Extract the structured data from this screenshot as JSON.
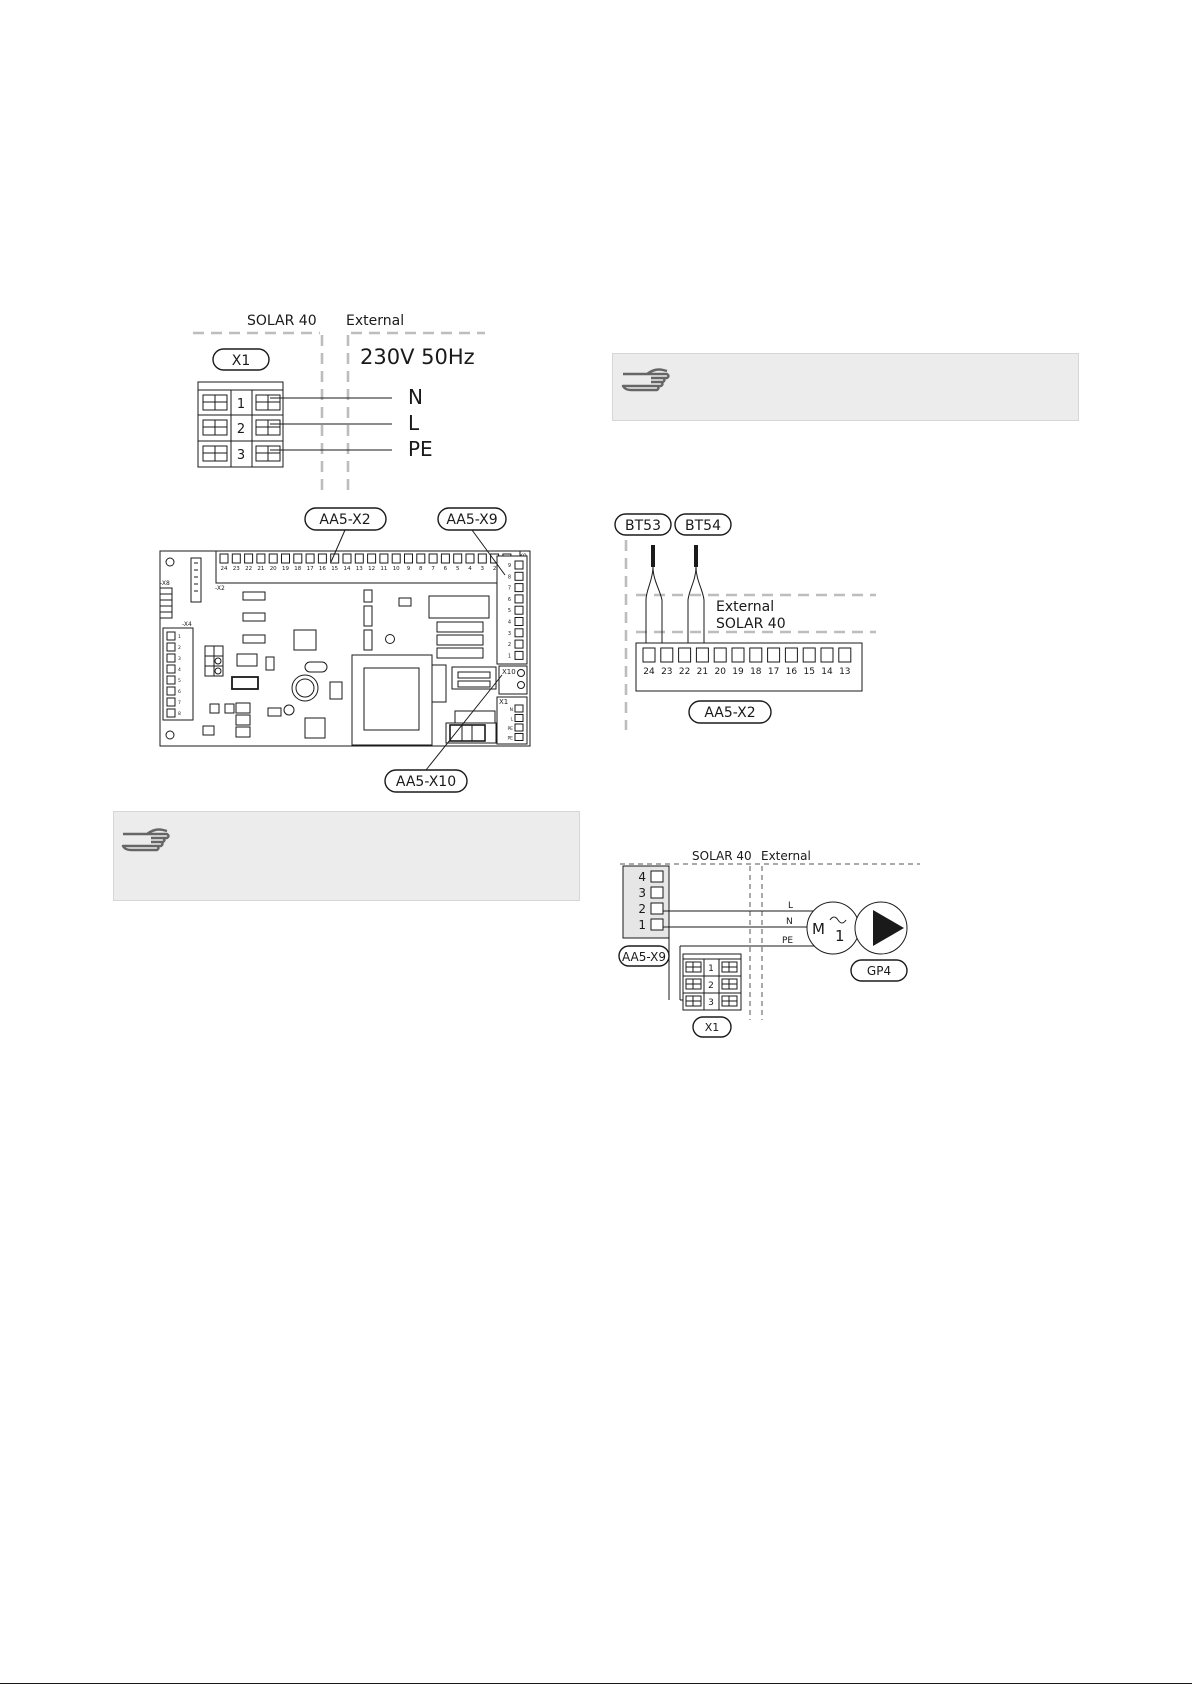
{
  "power": {
    "solar_label": "SOLAR 40",
    "external_label": "External",
    "terminal_tag": "X1",
    "voltage": "230V 50Hz",
    "terminals": [
      "1",
      "2",
      "3"
    ],
    "wires": [
      "N",
      "L",
      "PE"
    ]
  },
  "board": {
    "callouts": {
      "x2": "AA5-X2",
      "x9": "AA5-X9",
      "x10": "AA5-X10"
    },
    "connector_labels": {
      "x8": "-X8",
      "x2": "-X2",
      "x4": "-X4",
      "x9": "-X9",
      "x10": "X10",
      "x1": "X1"
    },
    "x2_pins": [
      "24",
      "23",
      "22",
      "21",
      "20",
      "19",
      "18",
      "17",
      "16",
      "15",
      "14",
      "13",
      "12",
      "11",
      "10",
      "9",
      "8",
      "7",
      "6",
      "5",
      "4",
      "3",
      "2",
      "1"
    ],
    "x9_pins": [
      "9",
      "8",
      "7",
      "6",
      "5",
      "4",
      "3",
      "2",
      "1"
    ],
    "x4_pins": [
      "1",
      "2",
      "3",
      "4",
      "5",
      "6",
      "7",
      "8"
    ],
    "x1_pins": [
      "N",
      "L",
      "PE",
      "PE"
    ]
  },
  "sensors": {
    "tags": [
      "BT53",
      "BT54"
    ],
    "external_label": "External",
    "solar_label": "SOLAR 40",
    "terminal_tag": "AA5-X2",
    "pins": [
      "24",
      "23",
      "22",
      "21",
      "20",
      "19",
      "18",
      "17",
      "16",
      "15",
      "14",
      "13"
    ]
  },
  "pump": {
    "solar_label": "SOLAR 40",
    "external_label": "External",
    "x9_tag": "AA5-X9",
    "x9_pins": [
      "4",
      "3",
      "2",
      "1"
    ],
    "wires": [
      "L",
      "N",
      "PE"
    ],
    "motor_label": "M",
    "motor_phase": "1",
    "pump_tag": "GP4",
    "terminal_tag": "X1",
    "terminals": [
      "1",
      "2",
      "3"
    ]
  },
  "icons": {
    "note": "pointing-hand-icon"
  }
}
